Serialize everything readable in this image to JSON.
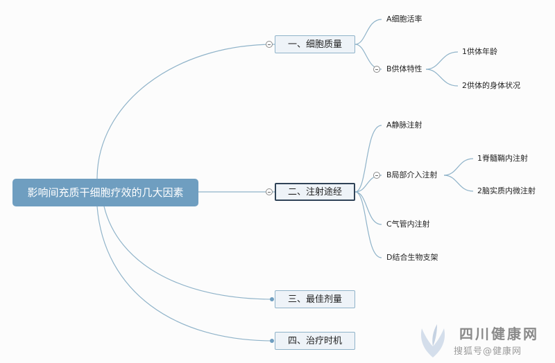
{
  "root": {
    "label": "影响间充质干细胞疗效的几大因素"
  },
  "topics": [
    {
      "label": "一、细胞质量",
      "children": [
        {
          "label": "A细胞活率"
        },
        {
          "label": "B供体特性",
          "children": [
            {
              "label": "1供体年龄"
            },
            {
              "label": "2供体的身体状况"
            }
          ]
        }
      ]
    },
    {
      "label": "二、注射途经",
      "children": [
        {
          "label": "A静脉注射"
        },
        {
          "label": "B局部介入注射",
          "children": [
            {
              "label": "1脊髓鞘内注射"
            },
            {
              "label": "2脑实质内微注射"
            }
          ]
        },
        {
          "label": "C气管内注射"
        },
        {
          "label": "D结合生物支架"
        }
      ]
    },
    {
      "label": "三、最佳剂量"
    },
    {
      "label": "四、治疗时机"
    }
  ],
  "watermark": {
    "title": "四川健康网",
    "subtitle": "搜狐号@健康网"
  },
  "colors": {
    "line": "#8fb3c9",
    "root": "#6f9ec0",
    "topic_bg": "#eef3f8"
  }
}
